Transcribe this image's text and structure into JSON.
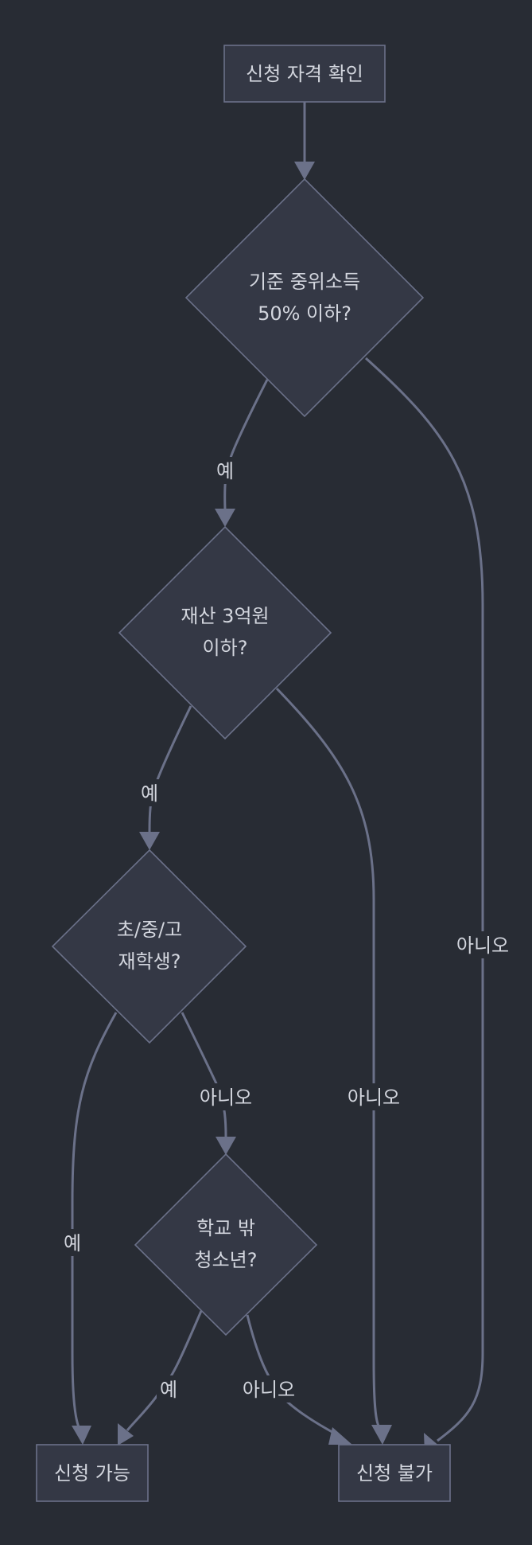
{
  "colors": {
    "background": "#282c34",
    "node_fill": "#343845",
    "node_stroke": "#6b7189",
    "edge": "#6b7189",
    "text": "#d3d6de"
  },
  "nodes": {
    "start": "신청 자격 확인",
    "q_income": [
      "기준 중위소득",
      "50% 이하?"
    ],
    "q_assets": [
      "재산 3억원",
      "이하?"
    ],
    "q_student": [
      "초/중/고",
      "재학생?"
    ],
    "q_outofschool": [
      "학교 밖",
      "청소년?"
    ],
    "eligible": "신청 가능",
    "ineligible": "신청 불가"
  },
  "edges": {
    "income_yes": "예",
    "income_no": "아니오",
    "assets_yes": "예",
    "assets_no": "아니오",
    "student_yes": "예",
    "student_no": "아니오",
    "outofschool_yes": "예",
    "outofschool_no": "아니오"
  }
}
